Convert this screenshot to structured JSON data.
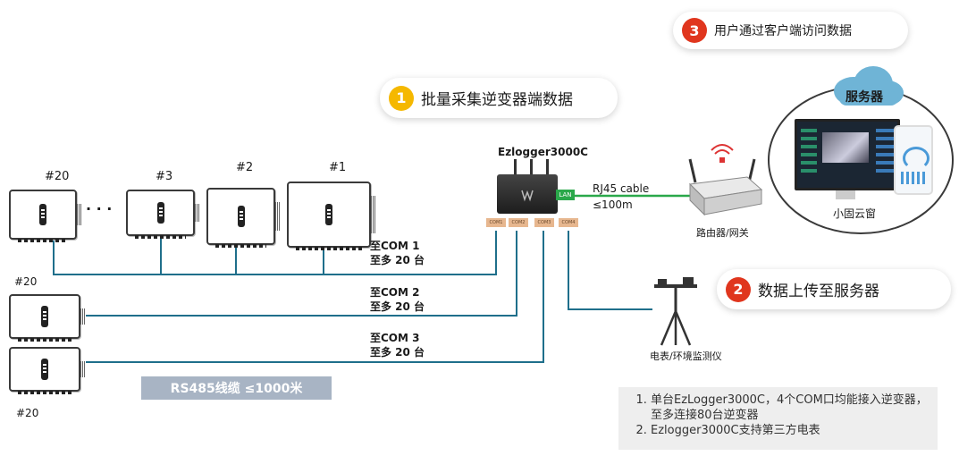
{
  "inverters": {
    "top_labels": [
      "#20",
      "#3",
      "#2",
      "#1"
    ],
    "ellipsis": "· · ·",
    "left_labels": [
      "#20",
      "#20"
    ]
  },
  "com_labels": [
    {
      "line1": "至COM 1",
      "line2": "至多 20 台"
    },
    {
      "line1": "至COM 2",
      "line2": "至多 20 台"
    },
    {
      "line1": "至COM 3",
      "line2": "至多 20 台"
    }
  ],
  "rs485_label": "RS485线缆 ≤1000米",
  "logger": {
    "title": "Ezlogger3000C",
    "lan": "LAN",
    "ports": [
      "COM1",
      "COM2",
      "COM3",
      "COM4"
    ]
  },
  "cable": {
    "line1": "RJ45 cable",
    "line2": "≤100m"
  },
  "router_label": "路由器/网关",
  "meter_label": "电表/环境监测仪",
  "server": {
    "cloud_label": "服务器",
    "window_label": "小固云窗"
  },
  "steps": [
    {
      "number": "1",
      "text": "批量采集逆变器端数据",
      "color": "#f5b800"
    },
    {
      "number": "2",
      "text": "数据上传至服务器",
      "color": "#e0361e"
    },
    {
      "number": "3",
      "text": "用户通过客户端访问数据",
      "color": "#e0361e"
    }
  ],
  "notes": [
    "单台EzLogger3000C，4个COM口均能接入逆变器，至多连接80台逆变器",
    "Ezlogger3000C支持第三方电表"
  ],
  "colors": {
    "wire": "#1f6f8b",
    "lan_wire": "#2aa84a",
    "rs485_bg": "#a8b4c4"
  }
}
